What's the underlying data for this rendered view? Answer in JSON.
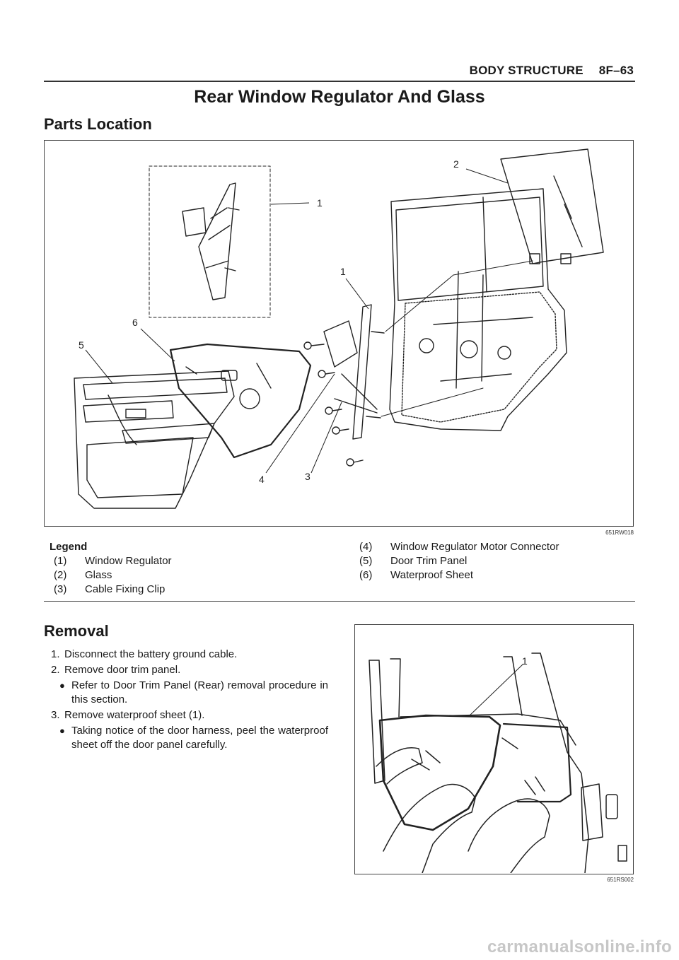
{
  "header": {
    "section": "BODY STRUCTURE",
    "page": "8F–63"
  },
  "title": "Rear Window Regulator And Glass",
  "parts_location": {
    "heading": "Parts Location",
    "figure_code": "651RW018",
    "callouts": [
      "1",
      "2",
      "1",
      "6",
      "5",
      "4",
      "3"
    ]
  },
  "legend": {
    "title": "Legend",
    "items": [
      {
        "num": "(1)",
        "label": "Window Regulator"
      },
      {
        "num": "(2)",
        "label": "Glass"
      },
      {
        "num": "(3)",
        "label": "Cable Fixing Clip"
      },
      {
        "num": "(4)",
        "label": "Window Regulator Motor Connector"
      },
      {
        "num": "(5)",
        "label": "Door Trim Panel"
      },
      {
        "num": "(6)",
        "label": "Waterproof Sheet"
      }
    ]
  },
  "removal": {
    "heading": "Removal",
    "steps": [
      {
        "num": "1.",
        "text": "Disconnect the battery ground cable."
      },
      {
        "num": "2.",
        "text": "Remove door trim panel."
      },
      {
        "bullet": "Refer to Door Trim Panel (Rear) removal procedure in this section."
      },
      {
        "num": "3.",
        "text": "Remove waterproof sheet (1)."
      },
      {
        "bullet": "Taking notice of the door harness, peel the waterproof sheet off the door panel carefully."
      }
    ],
    "figure_code": "651RS002",
    "callout": "1"
  },
  "watermark": "carmanualsonline.info"
}
